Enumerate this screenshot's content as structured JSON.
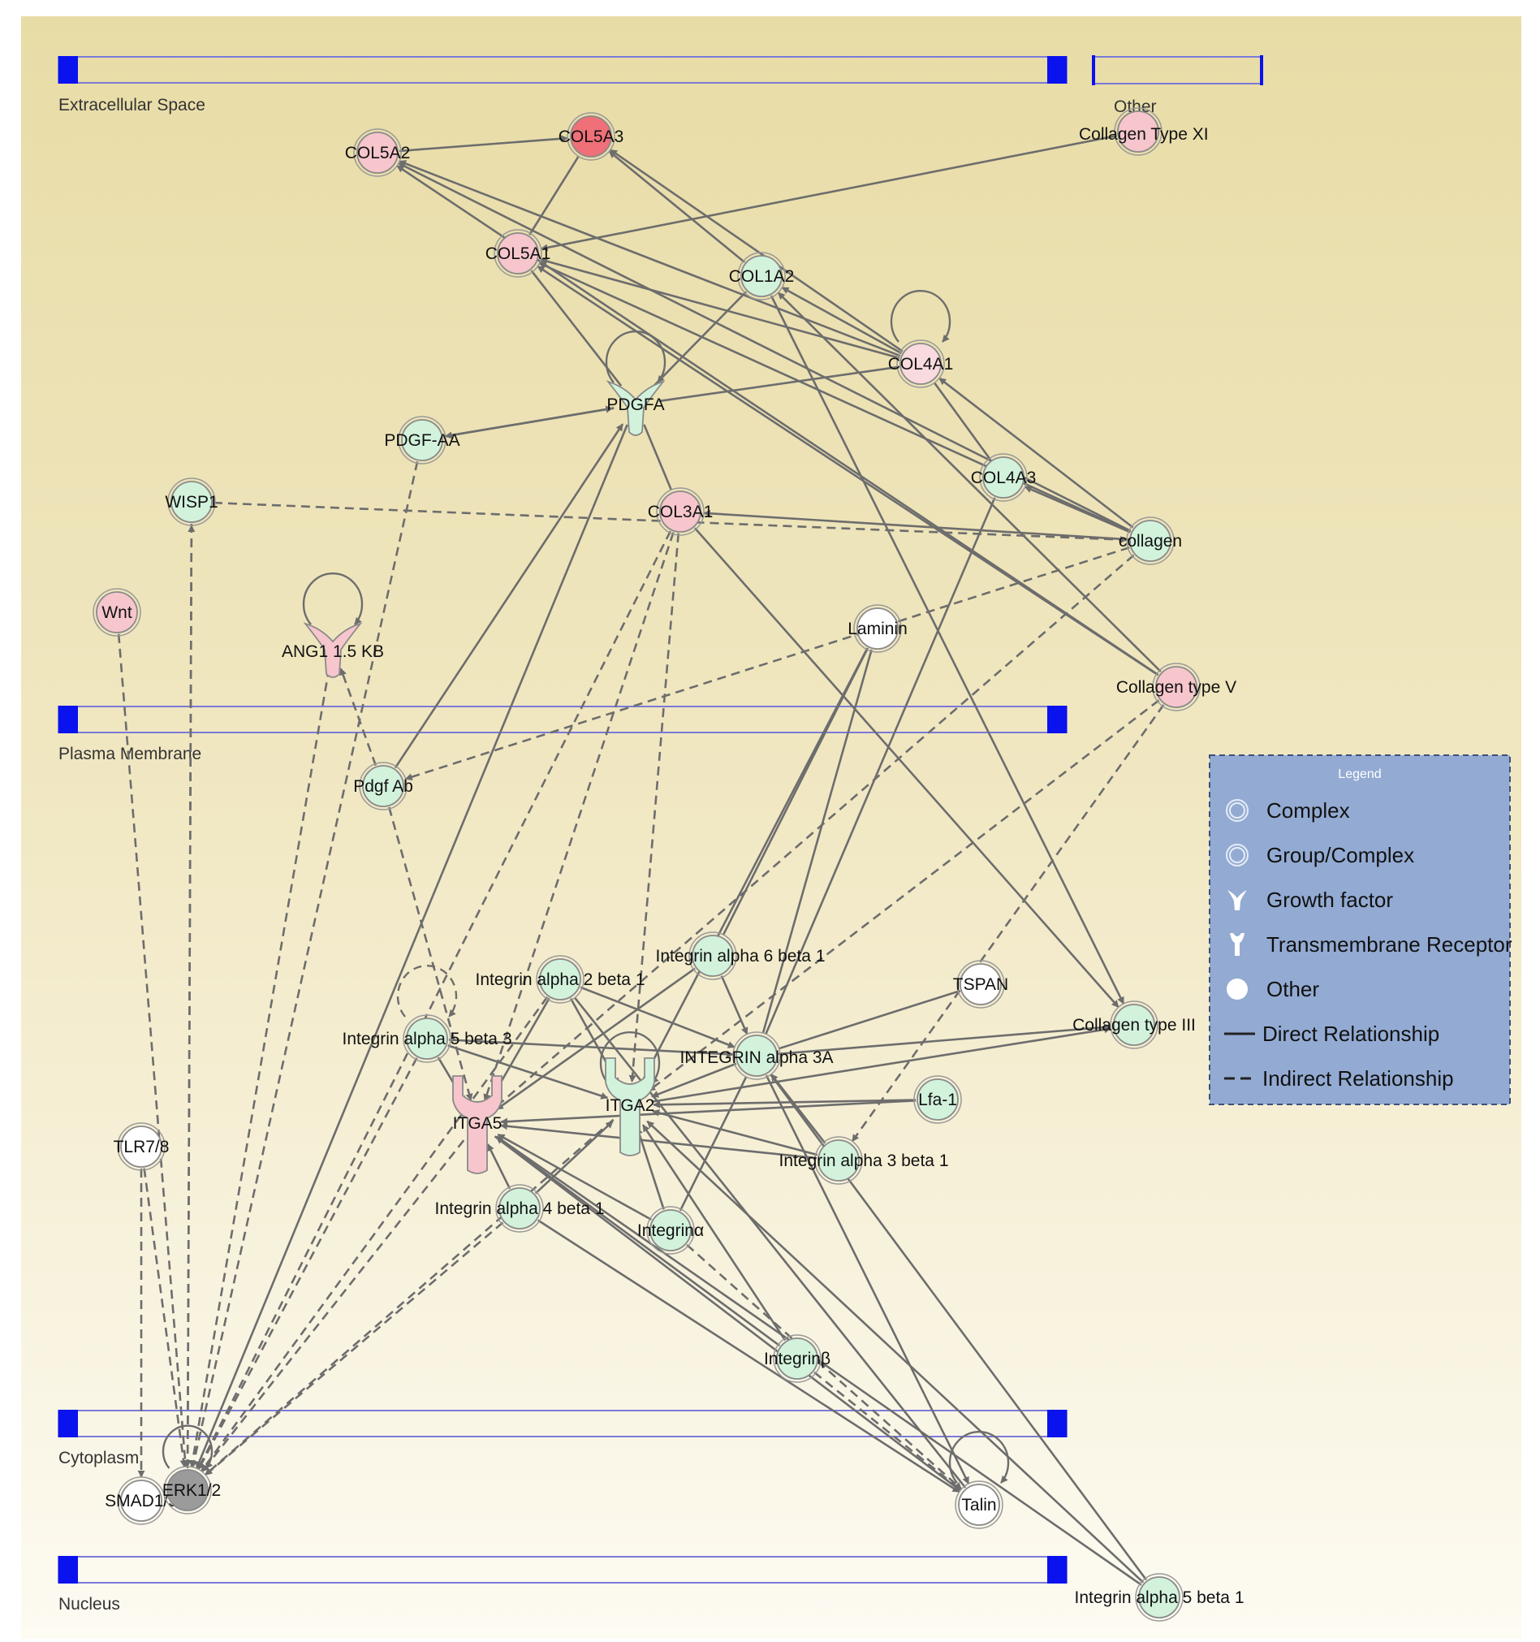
{
  "compartments": [
    {
      "id": "extracellular",
      "label": "Extracellular Space"
    },
    {
      "id": "other",
      "label": "Other"
    },
    {
      "id": "plasma",
      "label": "Plasma Membrane"
    },
    {
      "id": "cytoplasm",
      "label": "Cytoplasm"
    },
    {
      "id": "nucleus",
      "label": "Nucleus"
    }
  ],
  "nodes": [
    {
      "id": "col5a2",
      "label": "COL5A2",
      "shape": "circle",
      "color": "pink"
    },
    {
      "id": "col5a3",
      "label": "COL5A3",
      "shape": "circle",
      "color": "red"
    },
    {
      "id": "coltypexi",
      "label": "Collagen Type XI",
      "shape": "circle",
      "color": "pink"
    },
    {
      "id": "col5a1",
      "label": "COL5A1",
      "shape": "circle",
      "color": "pink"
    },
    {
      "id": "col1a2",
      "label": "COL1A2",
      "shape": "circle",
      "color": "green"
    },
    {
      "id": "col4a1",
      "label": "COL4A1",
      "shape": "circle",
      "color": "lightpink"
    },
    {
      "id": "pdgfa",
      "label": "PDGFA",
      "shape": "growth",
      "color": "green"
    },
    {
      "id": "pdgfaa",
      "label": "PDGF-AA",
      "shape": "circle",
      "color": "green"
    },
    {
      "id": "col4a3",
      "label": "COL4A3",
      "shape": "circle",
      "color": "green"
    },
    {
      "id": "wisp1",
      "label": "WISP1",
      "shape": "circle",
      "color": "green"
    },
    {
      "id": "col3a1",
      "label": "COL3A1",
      "shape": "circle",
      "color": "pink"
    },
    {
      "id": "collagen",
      "label": "collagen",
      "shape": "circle",
      "color": "green"
    },
    {
      "id": "wnt",
      "label": "Wnt",
      "shape": "circle",
      "color": "pink"
    },
    {
      "id": "ang1",
      "label": "ANG1 1.5 KB",
      "shape": "growth",
      "color": "pink"
    },
    {
      "id": "laminin",
      "label": "Laminin",
      "shape": "circle",
      "color": "white"
    },
    {
      "id": "coltypev",
      "label": "Collagen type V",
      "shape": "circle",
      "color": "pink"
    },
    {
      "id": "pdgfab",
      "label": "Pdgf Ab",
      "shape": "circle",
      "color": "green"
    },
    {
      "id": "ia6b1",
      "label": "Integrin alpha 6 beta 1",
      "shape": "circle",
      "color": "green"
    },
    {
      "id": "ia2b1",
      "label": "Integrin alpha 2 beta 1",
      "shape": "circle",
      "color": "green"
    },
    {
      "id": "tspan",
      "label": "TSPAN",
      "shape": "circle",
      "color": "white"
    },
    {
      "id": "ia5b3",
      "label": "Integrin alpha 5 beta 3",
      "shape": "circle",
      "color": "green"
    },
    {
      "id": "coltypeiii",
      "label": "Collagen type III",
      "shape": "circle",
      "color": "green"
    },
    {
      "id": "intga3a",
      "label": "INTEGRIN alpha 3A",
      "shape": "circle",
      "color": "green"
    },
    {
      "id": "itga5",
      "label": "ITGA5",
      "shape": "receptor",
      "color": "pink"
    },
    {
      "id": "itga2",
      "label": "ITGA2",
      "shape": "receptor",
      "color": "green"
    },
    {
      "id": "lfa1",
      "label": "Lfa-1",
      "shape": "circle",
      "color": "green"
    },
    {
      "id": "tlr78",
      "label": "TLR7/8",
      "shape": "circle",
      "color": "white"
    },
    {
      "id": "ia3b1",
      "label": "Integrin alpha 3 beta 1",
      "shape": "circle",
      "color": "green"
    },
    {
      "id": "ia4b1",
      "label": "Integrin alpha 4 beta 1",
      "shape": "circle",
      "color": "green"
    },
    {
      "id": "integrina",
      "label": "Integrinα",
      "shape": "circle",
      "color": "green"
    },
    {
      "id": "integrinb",
      "label": "Integrinβ",
      "shape": "circle",
      "color": "green"
    },
    {
      "id": "smad15",
      "label": "SMAD1/5",
      "shape": "circle",
      "color": "white"
    },
    {
      "id": "erk12",
      "label": "ERK1/2",
      "shape": "circle",
      "color": "gray"
    },
    {
      "id": "talin",
      "label": "Talin",
      "shape": "circle",
      "color": "white"
    },
    {
      "id": "ia5b1",
      "label": "Integrin alpha 5 beta 1",
      "shape": "circle",
      "color": "green"
    }
  ],
  "edges": [
    [
      "col5a2",
      "col5a3",
      "arrow",
      false
    ],
    [
      "coltypexi",
      "col5a1",
      "arrow",
      false
    ],
    [
      "col5a1",
      "col5a3",
      "line",
      false
    ],
    [
      "col1a2",
      "col5a3",
      "arrow",
      false
    ],
    [
      "col4a1",
      "col5a3",
      "arrow",
      false
    ],
    [
      "col4a1",
      "col5a2",
      "arrow",
      false
    ],
    [
      "col4a1",
      "col5a1",
      "arrow",
      false
    ],
    [
      "col4a1",
      "col1a2",
      "arrow",
      false
    ],
    [
      "col1a2",
      "pdgfa",
      "line",
      false
    ],
    [
      "col5a1",
      "pdgfa",
      "line",
      false
    ],
    [
      "col4a1",
      "pdgfa",
      "line",
      false
    ],
    [
      "pdgfa",
      "pdgfaa",
      "arrow",
      false
    ],
    [
      "pdgfaa",
      "pdgfa",
      "arrow",
      false
    ],
    [
      "pdgfa",
      "col3a1",
      "line",
      false
    ],
    [
      "collagen",
      "col4a1",
      "arrow",
      false
    ],
    [
      "collagen",
      "col4a3",
      "arrow",
      false
    ],
    [
      "collagen",
      "col5a2",
      "arrow",
      false
    ],
    [
      "collagen",
      "col5a1",
      "arrow",
      false
    ],
    [
      "col4a3",
      "col4a1",
      "line",
      false
    ],
    [
      "collagen",
      "col3a1",
      "arrow",
      false
    ],
    [
      "wisp1",
      "collagen",
      "arrow",
      true
    ],
    [
      "coltypev",
      "col5a2",
      "arrow",
      false
    ],
    [
      "coltypev",
      "col1a2",
      "arrow",
      false
    ],
    [
      "coltypev",
      "col5a1",
      "arrow",
      false
    ],
    [
      "coltypev",
      "itga2",
      "arrow",
      true
    ],
    [
      "coltypev",
      "ia3b1",
      "arrow",
      true
    ],
    [
      "collagen",
      "pdgfab",
      "arrow",
      true
    ],
    [
      "collagen",
      "itga5",
      "arrow",
      true
    ],
    [
      "pdgfab",
      "pdgfa",
      "arrow",
      false
    ],
    [
      "pdgfab",
      "ang1",
      "arrow",
      true
    ],
    [
      "pdgfab",
      "itga5",
      "arrow",
      true
    ],
    [
      "col3a1",
      "coltypeiii",
      "arrow",
      false
    ],
    [
      "col1a2",
      "coltypeiii",
      "arrow",
      false
    ],
    [
      "laminin",
      "ia6b1",
      "line",
      false
    ],
    [
      "laminin",
      "intga3a",
      "line",
      false
    ],
    [
      "laminin",
      "itga2",
      "line",
      false
    ],
    [
      "col4a3",
      "intga3a",
      "line",
      false
    ],
    [
      "ia6b1",
      "intga3a",
      "arrow",
      false
    ],
    [
      "ia6b1",
      "itga5",
      "arrow",
      false
    ],
    [
      "ia2b1",
      "itga2",
      "arrow",
      false
    ],
    [
      "ia2b1",
      "itga5",
      "arrow",
      false
    ],
    [
      "ia2b1",
      "intga3a",
      "arrow",
      false
    ],
    [
      "ia5b3",
      "itga5",
      "arrow",
      false
    ],
    [
      "ia5b3",
      "itga2",
      "arrow",
      false
    ],
    [
      "ia5b3",
      "intga3a",
      "arrow",
      false
    ],
    [
      "tspan",
      "intga3a",
      "line",
      false
    ],
    [
      "lfa1",
      "itga5",
      "arrow",
      false
    ],
    [
      "lfa1",
      "itga2",
      "arrow",
      false
    ],
    [
      "intga3a",
      "coltypeiii",
      "arrow",
      false
    ],
    [
      "itga2",
      "coltypeiii",
      "arrow",
      false
    ],
    [
      "intga3a",
      "itga2",
      "arrow",
      false
    ],
    [
      "ia3b1",
      "intga3a",
      "arrow",
      false
    ],
    [
      "ia3b1",
      "itga5",
      "arrow",
      false
    ],
    [
      "ia3b1",
      "itga2",
      "arrow",
      false
    ],
    [
      "ia4b1",
      "itga5",
      "arrow",
      false
    ],
    [
      "ia4b1",
      "itga2",
      "arrow",
      false
    ],
    [
      "ia4b1",
      "talin",
      "arrow",
      false
    ],
    [
      "integrina",
      "itga2",
      "arrow",
      false
    ],
    [
      "integrina",
      "itga5",
      "arrow",
      false
    ],
    [
      "integrina",
      "intga3a",
      "line",
      false
    ],
    [
      "integrinb",
      "itga5",
      "arrow",
      false
    ],
    [
      "integrinb",
      "itga2",
      "arrow",
      false
    ],
    [
      "integrinb",
      "talin",
      "arrow",
      true
    ],
    [
      "integrina",
      "talin",
      "arrow",
      true
    ],
    [
      "ia5b1",
      "itga5",
      "arrow",
      false
    ],
    [
      "ia5b1",
      "itga2",
      "arrow",
      false
    ],
    [
      "ia5b1",
      "intga3a",
      "line",
      false
    ],
    [
      "talin",
      "ia2b1",
      "line",
      false
    ],
    [
      "itga5",
      "talin",
      "arrow",
      false
    ],
    [
      "intga3a",
      "talin",
      "arrow",
      false
    ],
    [
      "wisp1",
      "erk12",
      "arrow",
      true
    ],
    [
      "erk12",
      "wisp1",
      "arrow",
      true
    ],
    [
      "pdgfaa",
      "erk12",
      "arrow",
      true
    ],
    [
      "ang1",
      "erk12",
      "arrow",
      true
    ],
    [
      "pdgfa",
      "erk12",
      "arrow",
      false
    ],
    [
      "col3a1",
      "erk12",
      "arrow",
      true
    ],
    [
      "wnt",
      "erk12",
      "arrow",
      true
    ],
    [
      "tlr78",
      "erk12",
      "arrow",
      true
    ],
    [
      "itga5",
      "erk12",
      "arrow",
      true
    ],
    [
      "itga2",
      "erk12",
      "arrow",
      true
    ],
    [
      "ia2b1",
      "erk12",
      "arrow",
      true
    ],
    [
      "ia4b1",
      "erk12",
      "arrow",
      true
    ],
    [
      "col3a1",
      "itga5",
      "arrow",
      true
    ],
    [
      "col3a1",
      "itga2",
      "arrow",
      true
    ],
    [
      "ia5b3",
      "erk12",
      "arrow",
      true
    ],
    [
      "tlr78",
      "smad15",
      "arrow",
      true
    ]
  ],
  "self_loops": [
    "col4a1",
    "pdgfa",
    "ang1",
    "erk12",
    "talin",
    "ia5b3",
    "itga2"
  ],
  "legend": {
    "title": "Legend",
    "items": [
      {
        "label": "Complex",
        "icon": "complex-icon"
      },
      {
        "label": "Group/Complex",
        "icon": "group-complex-icon"
      },
      {
        "label": "Growth factor",
        "icon": "growth-factor-icon"
      },
      {
        "label": "Transmembrane Receptor",
        "icon": "transmembrane-receptor-icon"
      },
      {
        "label": "Other",
        "icon": "other-icon"
      },
      {
        "label": "Direct Relationship",
        "icon": "solid-line-icon"
      },
      {
        "label": "Indirect Relationship",
        "icon": "dashed-line-icon"
      }
    ]
  },
  "colors": {
    "pink": "#f6c6cc",
    "lightpink": "#f9dade",
    "red": "#ef7078",
    "green": "#d2f2dc",
    "white": "#ffffff",
    "gray": "#9b9b9b",
    "edge": "#6d6d6d",
    "compartment_handle": "#0a12ee",
    "compartment_line": "#7a7ad8",
    "legend_bg": "#93abd3"
  }
}
